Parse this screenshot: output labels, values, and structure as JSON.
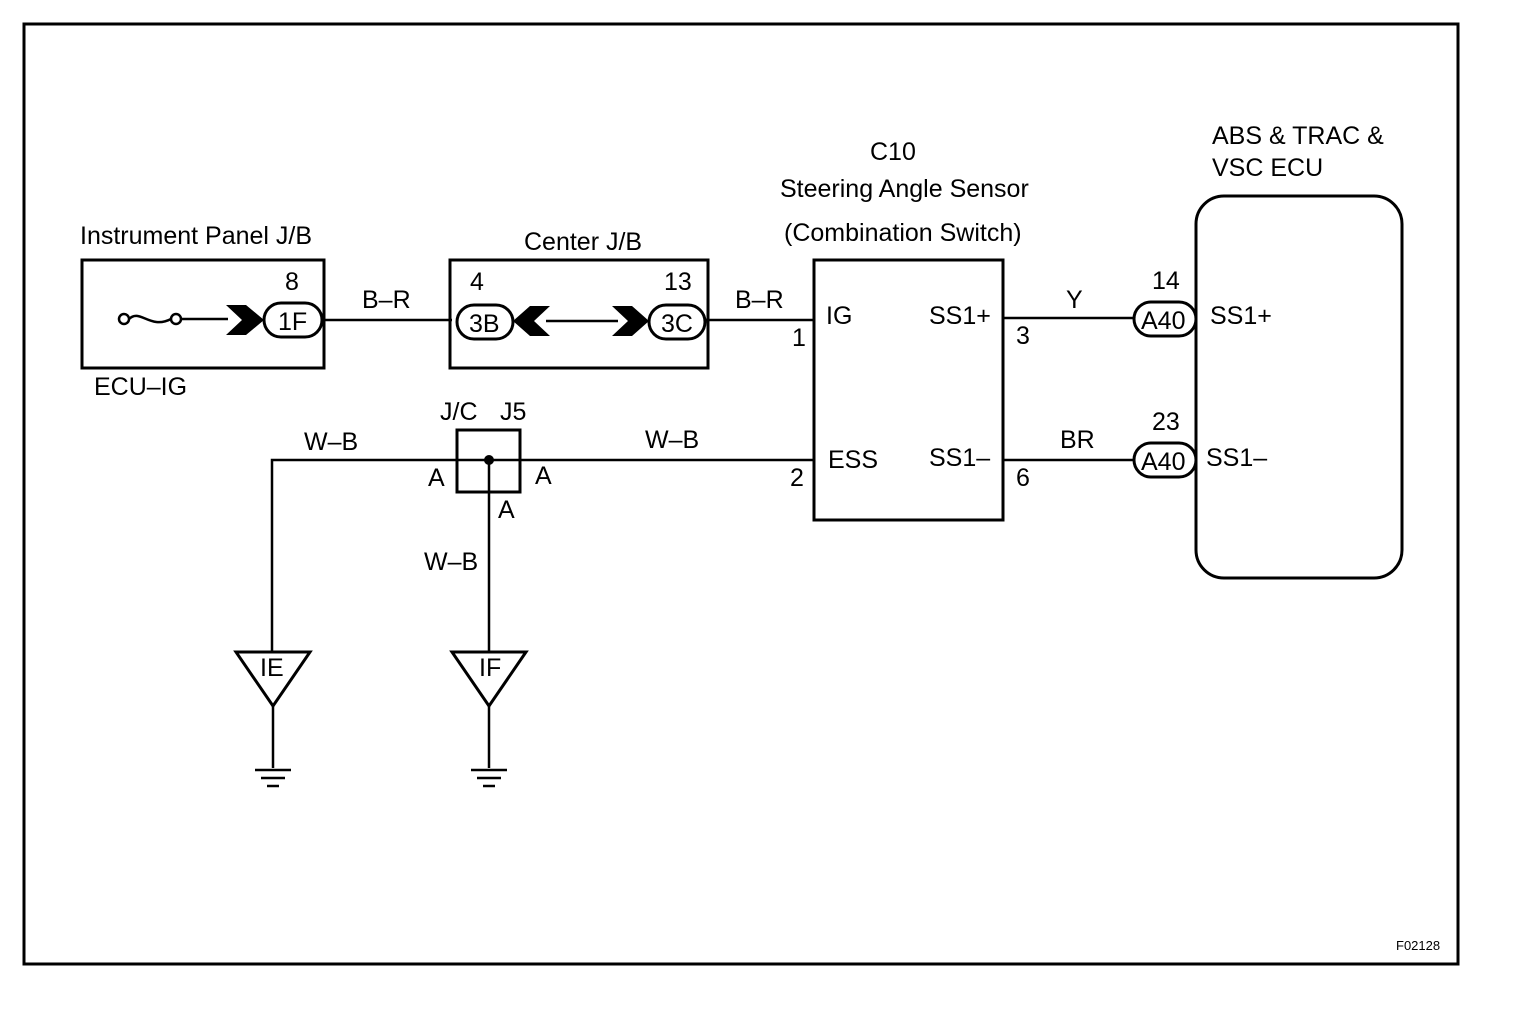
{
  "instrument_jb": {
    "title": "Instrument Panel J/B",
    "fuse": "ECU–IG",
    "pin": "8",
    "connector": "1F"
  },
  "center_jb": {
    "title": "Center J/B",
    "left_pin": "4",
    "left_connector": "3B",
    "right_pin": "13",
    "right_connector": "3C"
  },
  "wires": {
    "w1": "B–R",
    "w2": "B–R",
    "w3": "Y",
    "w4": "BR",
    "w5": "W–B",
    "w6": "W–B",
    "w7": "W–B"
  },
  "junction": {
    "label": "J/C",
    "id": "J5",
    "pin_left": "A",
    "pin_right": "A",
    "pin_bottom": "A"
  },
  "sensor": {
    "code": "C10",
    "name": "Steering Angle Sensor",
    "sub": "(Combination Switch)",
    "pins": {
      "ig": "IG",
      "ig_no": "1",
      "ess": "ESS",
      "ess_no": "2",
      "ss1p": "SS1+",
      "ss1p_no": "3",
      "ss1m": "SS1–",
      "ss1m_no": "6"
    }
  },
  "ecu": {
    "title_line1": "ABS & TRAC &",
    "title_line2": "VSC ECU",
    "ss1p": "SS1+",
    "ss1m": "SS1–",
    "conn_a": "A40",
    "conn_b": "A40",
    "pin_a": "14",
    "pin_b": "23"
  },
  "grounds": {
    "g1": "IE",
    "g2": "IF"
  },
  "figure_code": "F02128"
}
